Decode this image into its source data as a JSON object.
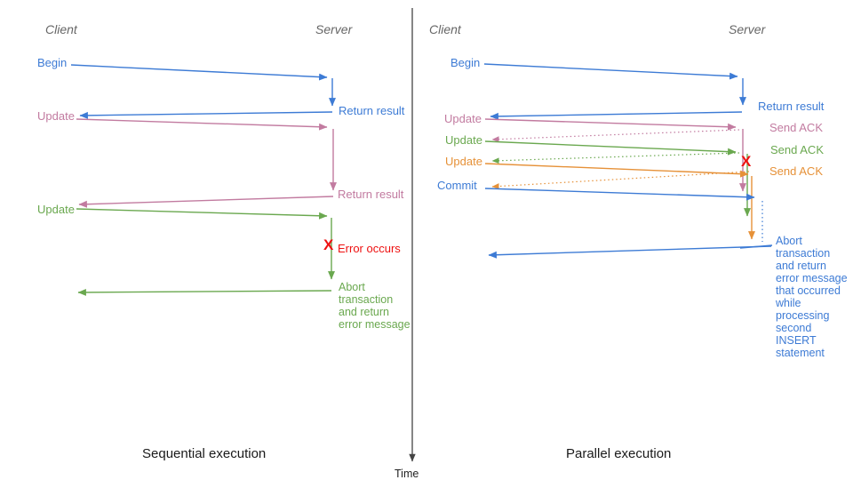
{
  "colors": {
    "blue": "#3d7bd5",
    "pink": "#c27ba0",
    "green": "#6aa84f",
    "orange": "#e69138",
    "red": "#ee1111",
    "actor_gray": "#666666",
    "axis_gray": "#444444"
  },
  "time_axis": {
    "label": "Time"
  },
  "left_panel": {
    "caption": "Sequential execution",
    "client_label": "Client",
    "server_label": "Server",
    "labels": {
      "begin": "Begin",
      "return_result_1": "Return result",
      "update_1": "Update",
      "return_result_2": "Return result",
      "update_2": "Update",
      "error_x": "X",
      "error": "Error occurs",
      "abort": "Abort\ntransaction\nand return\nerror message"
    }
  },
  "right_panel": {
    "caption": "Parallel execution",
    "client_label": "Client",
    "server_label": "Server",
    "labels": {
      "begin": "Begin",
      "return_result": "Return result",
      "update_1": "Update",
      "send_ack_1": "Send ACK",
      "update_2": "Update",
      "send_ack_2": "Send ACK",
      "update_3": "Update",
      "send_ack_3": "Send ACK",
      "commit": "Commit",
      "error_x": "X",
      "abort": "Abort\ntransaction\nand return\nerror message\nthat occurred\nwhile\nprocessing\nsecond\nINSERT\nstatement"
    }
  }
}
